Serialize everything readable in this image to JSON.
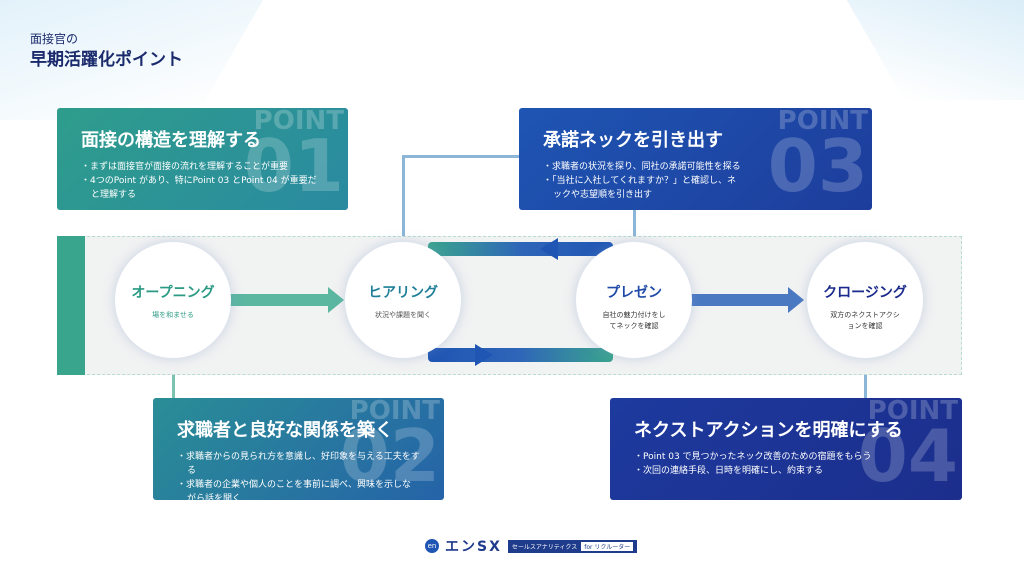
{
  "header": {
    "subtitle": "面接官の",
    "title": "早期活躍化ポイント"
  },
  "points": [
    {
      "label": "POINT",
      "number": "01",
      "title": "面接の構造を理解する",
      "bullets": [
        "まずは面接官が面接の流れを理解することが重要",
        "4つのPoint があり、特にPoint 03 とPoint 04 が重要だと理解する"
      ]
    },
    {
      "label": "POINT",
      "number": "02",
      "title": "求職者と良好な関係を築く",
      "bullets": [
        "求職者からの見られ方を意識し、好印象を与える工夫をする",
        "求職者の企業や個人のことを事前に調べ、興味を示しながら話を聞く"
      ]
    },
    {
      "label": "POINT",
      "number": "03",
      "title": "承諾ネックを引き出す",
      "bullets": [
        "求職者の状況を探り、同社の承諾可能性を探る",
        "「当社に入社してくれますか？」と確認し、ネックや志望順を引き出す"
      ]
    },
    {
      "label": "POINT",
      "number": "04",
      "title": "ネクストアクションを明確にする",
      "bullets": [
        "Point 03 で見つかったネック改善のための宿題をもらう",
        "次回の連絡手段、日時を明確にし、約束する"
      ]
    }
  ],
  "steps": [
    {
      "name": "オープニング",
      "desc": "場を和ませる"
    },
    {
      "name": "ヒアリング",
      "desc": "状況や課題を聞く"
    },
    {
      "name": "プレゼン",
      "desc": "自社の魅力付けをしてネックを確認"
    },
    {
      "name": "クロージング",
      "desc": "双方のネクストアクションを確認"
    }
  ],
  "footer": {
    "logo_mark": "en",
    "brand": "エンSX",
    "tag": "セールスアナリティクス",
    "tag_sub": "for リクルーター"
  },
  "colors": {
    "teal": "#3aa58d",
    "blue": "#1f55b3",
    "navy": "#1a2a6c"
  }
}
